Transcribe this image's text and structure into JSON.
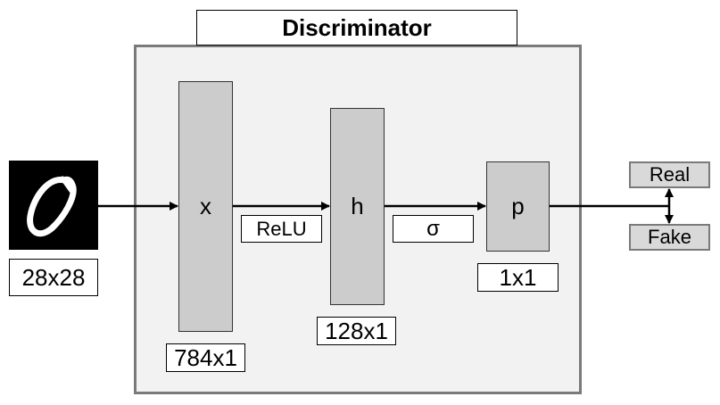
{
  "title": "Discriminator",
  "input": {
    "size_label": "28x28",
    "digit": "0"
  },
  "layers": [
    {
      "symbol": "x",
      "size_label": "784x1"
    },
    {
      "symbol": "h",
      "size_label": "128x1"
    },
    {
      "symbol": "p",
      "size_label": "1x1"
    }
  ],
  "activations": {
    "first": "ReLU",
    "second": "σ"
  },
  "outputs": {
    "real": "Real",
    "fake": "Fake"
  },
  "colors": {
    "frame": "#7a7a7a",
    "frame_fill": "#f2f2f2",
    "block": "#cccccc",
    "tag": "#d9d9d9"
  }
}
